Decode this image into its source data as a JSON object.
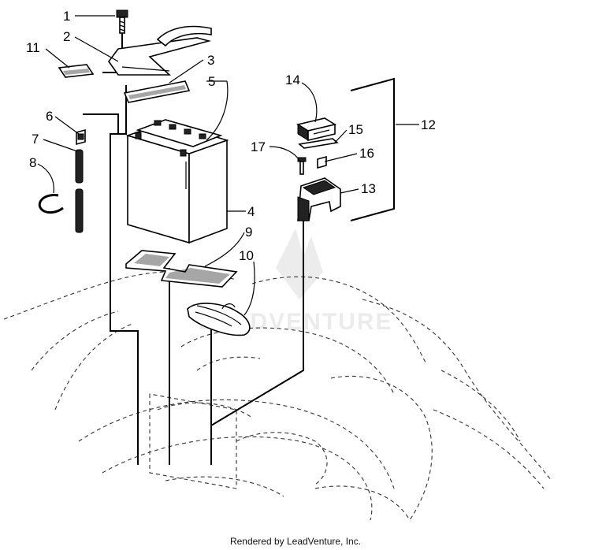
{
  "diagram": {
    "callouts": [
      "1",
      "2",
      "3",
      "4",
      "5",
      "6",
      "7",
      "8",
      "9",
      "10",
      "11",
      "12",
      "13",
      "14",
      "15",
      "16",
      "17"
    ],
    "watermark": "LEADVENTURE"
  },
  "footer": {
    "text": "Rendered by LeadVenture, Inc."
  }
}
